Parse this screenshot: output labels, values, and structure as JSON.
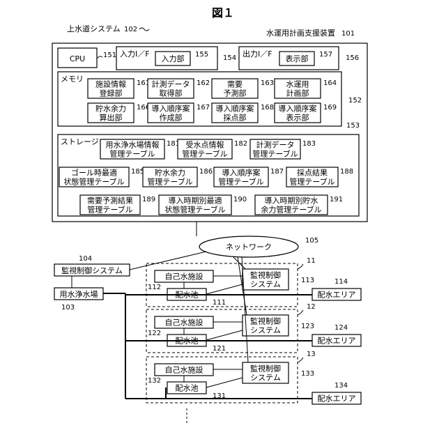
{
  "figure_title": "図１",
  "system": {
    "label": "上水道システム",
    "ref": "102"
  },
  "apparatus": {
    "label": "水運用計画支援装置",
    "ref": "101"
  },
  "cpu": {
    "label": "CPU",
    "ref": "151"
  },
  "input_if": {
    "label": "入力I／F",
    "ref": "154",
    "device": "入力部",
    "device_ref": "155"
  },
  "output_if": {
    "label": "出力I／F",
    "ref": "156",
    "device": "表示部",
    "device_ref": "157"
  },
  "memory": {
    "label": "メモリ",
    "ref": "152",
    "items": [
      {
        "lines": [
          "施設情報",
          "登録部"
        ],
        "ref": "161"
      },
      {
        "lines": [
          "計測データ",
          "取得部"
        ],
        "ref": "162"
      },
      {
        "lines": [
          "需要",
          "予測部"
        ],
        "ref": "163"
      },
      {
        "lines": [
          "水運用",
          "計画部"
        ],
        "ref": "164"
      },
      {
        "lines": [
          "貯水余力",
          "算出部"
        ],
        "ref": "166"
      },
      {
        "lines": [
          "導入順序案",
          "作成部"
        ],
        "ref": "167"
      },
      {
        "lines": [
          "導入順序案",
          "採点部"
        ],
        "ref": "168"
      },
      {
        "lines": [
          "導入順序案",
          "表示部"
        ],
        "ref": "169"
      }
    ]
  },
  "storage": {
    "label": "ストレージ",
    "ref": "153",
    "items": [
      {
        "lines": [
          "用水浄水場情報",
          "管理テーブル"
        ],
        "ref": "181"
      },
      {
        "lines": [
          "受水点情報",
          "管理テーブル"
        ],
        "ref": "182"
      },
      {
        "lines": [
          "計測データ",
          "管理テーブル"
        ],
        "ref": "183"
      },
      {
        "lines": [
          "ゴール時最適",
          "状態管理テーブル"
        ],
        "ref": "185"
      },
      {
        "lines": [
          "貯水余力",
          "管理テーブル"
        ],
        "ref": "186"
      },
      {
        "lines": [
          "導入順序案",
          "管理テーブル"
        ],
        "ref": "187"
      },
      {
        "lines": [
          "採点結果",
          "管理テーブル"
        ],
        "ref": "188"
      },
      {
        "lines": [
          "需要予測結果",
          "管理テーブル"
        ],
        "ref": "189"
      },
      {
        "lines": [
          "導入時期別最適",
          "状態管理テーブル"
        ],
        "ref": "190"
      },
      {
        "lines": [
          "導入時期別貯水",
          "余力管理テーブル"
        ],
        "ref": "191"
      }
    ]
  },
  "network": {
    "label": "ネットワーク",
    "ref": "105"
  },
  "monitor_main": {
    "label": "監視制御システム",
    "ref": "104"
  },
  "plant": {
    "label": "用水浄水場",
    "ref": "103"
  },
  "groups": [
    {
      "ref": "11",
      "facility": "自己水施設",
      "reservoir": "配水池",
      "reservoir_ref": "111",
      "facility_ref": "112",
      "monitor": [
        "監視制御",
        "システム"
      ],
      "monitor_ref": "113",
      "area": "配水エリア",
      "area_ref": "114"
    },
    {
      "ref": "12",
      "facility": "自己水施設",
      "reservoir": "配水池",
      "reservoir_ref": "121",
      "facility_ref": "122",
      "monitor": [
        "監視制御",
        "システム"
      ],
      "monitor_ref": "123",
      "area": "配水エリア",
      "area_ref": "124"
    },
    {
      "ref": "13",
      "facility": "自己水施設",
      "reservoir": "配水池",
      "reservoir_ref": "131",
      "facility_ref": "132",
      "monitor": [
        "監視制御",
        "システム"
      ],
      "monitor_ref": "133",
      "area": "配水エリア",
      "area_ref": "134"
    }
  ]
}
